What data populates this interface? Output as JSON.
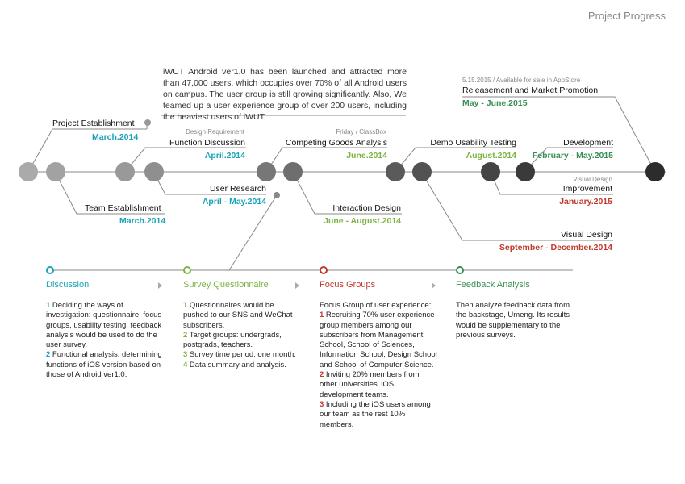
{
  "page_title": "Project Progress",
  "announcement": "iWUT Android ver1.0 has been launched and attracted more than 47,000 users, which occupies over 70% of all Android users on campus. The user group is still growing significantly. Also, We teamed up a user experience group of over 200 users, including the heaviest users of iWUT.",
  "colors": {
    "teal": "#1aa3b8",
    "green": "#7cb342",
    "red": "#c0392b",
    "dark_green": "#3a8e55"
  },
  "milestones": {
    "project_establishment": {
      "label": "Project Establishment",
      "date": "March.2014"
    },
    "team_establishment": {
      "label": "Team Establishment",
      "date": "March.2014"
    },
    "function_discussion": {
      "note": "Design Requirement",
      "label": "Function Discussion",
      "date": "April.2014"
    },
    "user_research": {
      "label": "User Research",
      "date": "April - May.2014"
    },
    "competing_goods": {
      "note": "Friday / ClassBox",
      "label": "Competing Goods Analysis",
      "date": "June.2014"
    },
    "interaction_design": {
      "label": "Interaction Design",
      "date": "June - August.2014"
    },
    "demo_testing": {
      "label": "Demo Usability Testing",
      "date": "August.2014"
    },
    "visual_design": {
      "label": "Visual Design",
      "date": "September - December.2014"
    },
    "development": {
      "label": "Development",
      "date": "February - May.2015"
    },
    "improvement": {
      "note": "Visual Design",
      "label": "Improvement",
      "date": "January.2015"
    },
    "release": {
      "note": "5.15.2015 / Available for sale in AppStore",
      "label": "Releasement and Market Promotion",
      "date": "May - June.2015"
    }
  },
  "sections": {
    "discussion": {
      "title": "Discussion",
      "items": [
        {
          "num": "1",
          "text": " Deciding the ways of investigation: questionnaire, focus groups, usability testing, feedback analysis would be used to do the user survey."
        },
        {
          "num": "2",
          "text": " Functional analysis: determining functions of iOS version based on those of Android ver1.0."
        }
      ]
    },
    "survey": {
      "title": "Survey  Questionnaire",
      "items": [
        {
          "num": "1",
          "text": " Questionnaires would be pushed to our SNS and WeChat subscribers."
        },
        {
          "num": "2",
          "text": " Target groups: undergrads, postgrads, teachers."
        },
        {
          "num": "3",
          "text": " Survey time period: one month."
        },
        {
          "num": "4",
          "text": " Data summary and analysis."
        }
      ]
    },
    "focus": {
      "title": "Focus Groups",
      "intro": "Focus Group of user experience:",
      "items": [
        {
          "num": "1",
          "text": " Recruiting 70% user experience group members among our subscribers from Management School, School of Sciences, Information School, Design School and School of Computer Science."
        },
        {
          "num": "2",
          "text": " Inviting 20% members from other universities' iOS development teams."
        },
        {
          "num": "3",
          "text": " Including the iOS users among our team as the rest 10% members."
        }
      ]
    },
    "feedback": {
      "title": "Feedback Analysis",
      "text": "Then analyze feedback data from the backstage, Umeng. Its results would be supplementary to the previous surveys."
    }
  }
}
